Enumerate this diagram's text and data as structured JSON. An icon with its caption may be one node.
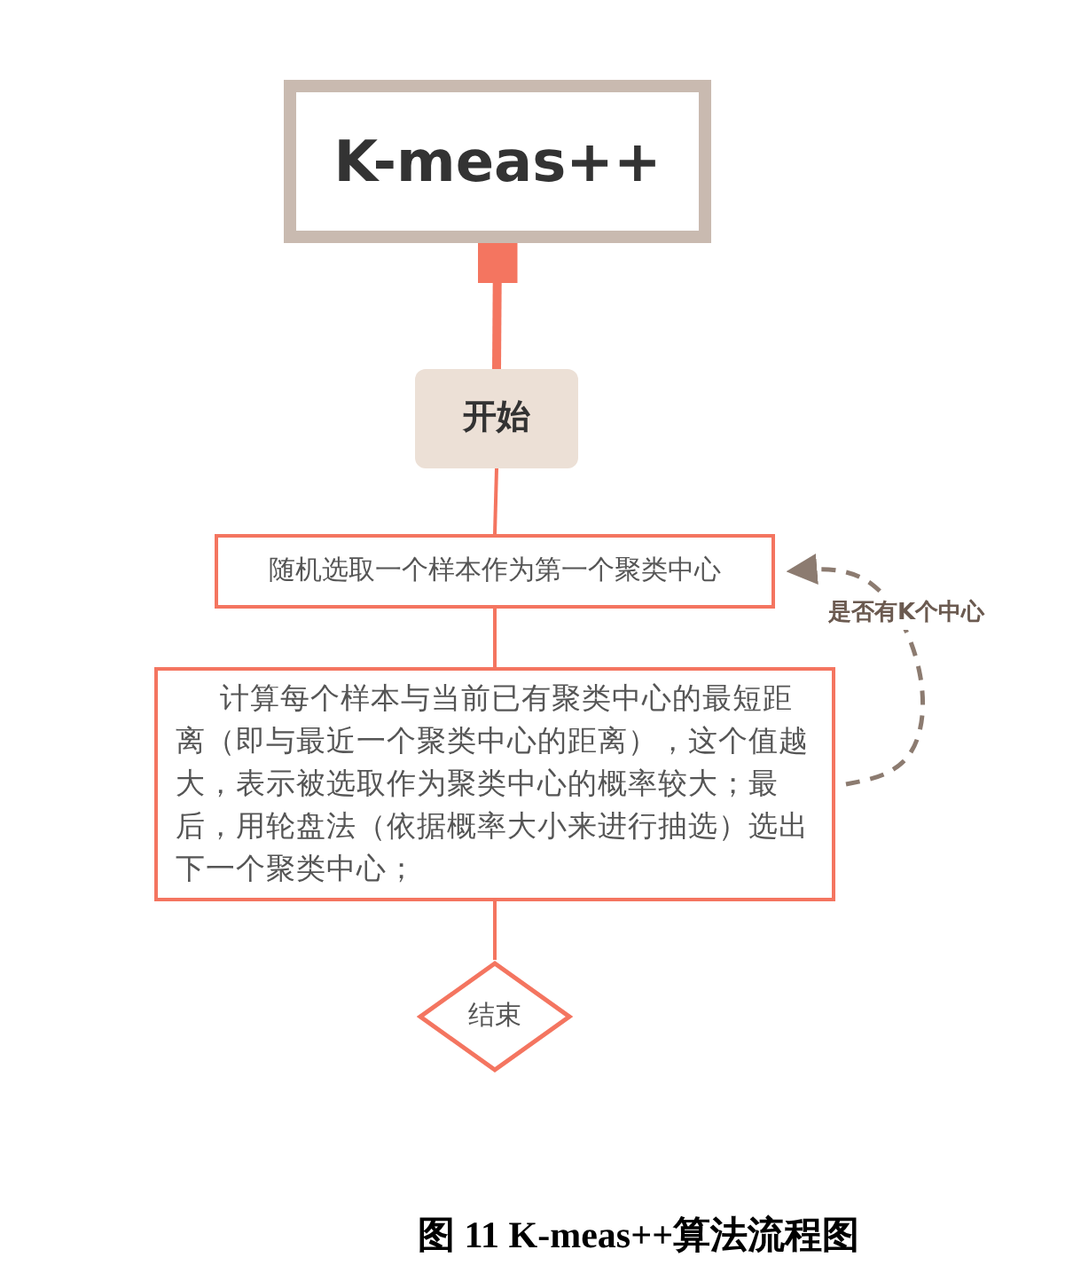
{
  "diagram": {
    "caption": "图  11 K-meas++算法流程图",
    "nodes": [
      {
        "text": [
          "K-meas++"
        ]
      },
      {
        "text": [
          "开始"
        ]
      },
      {
        "text": [
          "随机选取一个样本作为第一个聚类中心"
        ]
      },
      {
        "text": [
          "计算每个样本与当前已有聚类中心的最短距离（即与最近一个聚类中心的距离），这个值越大，表示被选取作为聚类中心的概率较大；最后，用轮盘法（依据概率大小来进行抽选）选出下一个聚类中心；"
        ]
      },
      {
        "text": [
          "结束"
        ]
      }
    ],
    "edges": [
      {
        "from": 0,
        "to": 1,
        "arrow": "other",
        "style": "thick"
      },
      {
        "from": 1,
        "to": 2,
        "arrow": "none"
      },
      {
        "from": 2,
        "to": 3,
        "arrow": "none"
      },
      {
        "from": 3,
        "to": 4,
        "arrow": "none"
      },
      {
        "from": 3,
        "to": 2,
        "arrow": "to",
        "label": "是否有K个中心",
        "style": "dashed",
        "color": "#8c7b70"
      }
    ]
  }
}
